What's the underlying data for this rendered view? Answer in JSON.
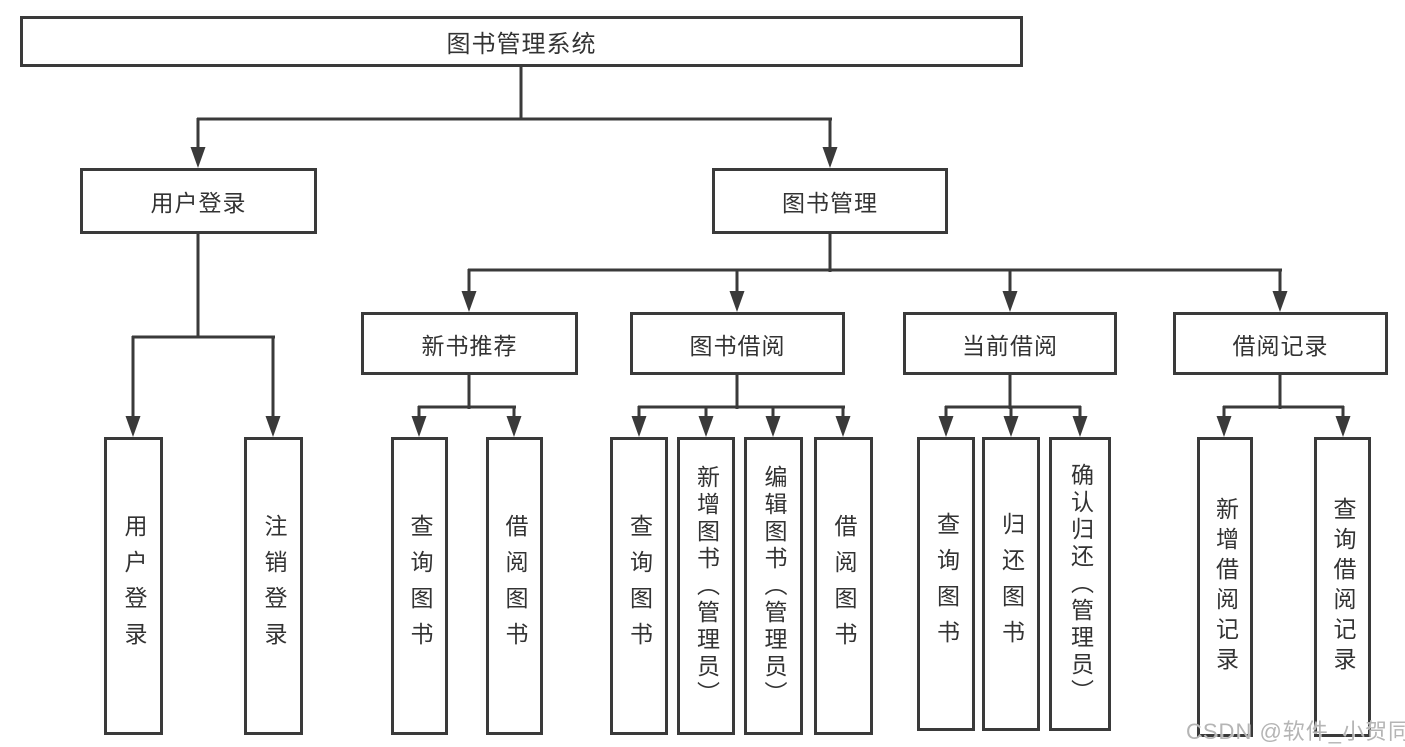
{
  "tree": {
    "root": {
      "label": "图书管理系统"
    },
    "branches": [
      {
        "label": "用户登录",
        "leaves": [
          "用户登录",
          "注销登录"
        ]
      },
      {
        "label": "图书管理",
        "groups": [
          {
            "label": "新书推荐",
            "leaves": [
              "查询图书",
              "借阅图书"
            ]
          },
          {
            "label": "图书借阅",
            "leaves": [
              "查询图书",
              "新增图书（管理员）",
              "编辑图书（管理员）",
              "借阅图书"
            ]
          },
          {
            "label": "当前借阅",
            "leaves": [
              "查询图书",
              "归还图书",
              "确认归还（管理员）"
            ]
          },
          {
            "label": "借阅记录",
            "leaves": [
              "新增借阅记录",
              "查询借阅记录"
            ]
          }
        ]
      }
    ]
  },
  "watermark": "CSDN @软件_小贺同学",
  "colors": {
    "line": "#3a3a3a",
    "text": "#333333",
    "watermark": "#b5b5b5",
    "background": "#ffffff"
  }
}
